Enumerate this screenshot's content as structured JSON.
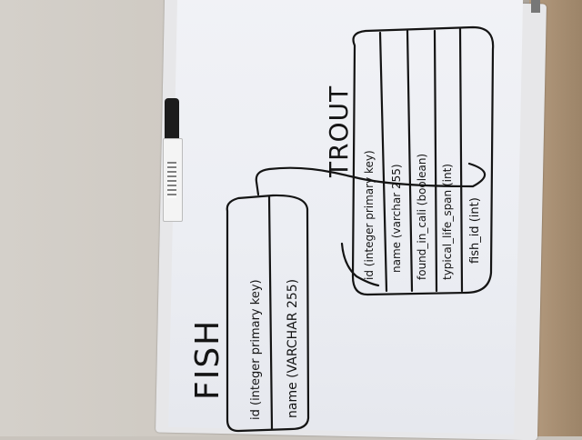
{
  "diagram": {
    "ink_color": "#141414",
    "tables": [
      {
        "title": "FISH",
        "fields": [
          "id (integer primary key)",
          "name (VARCHAR 255)"
        ]
      },
      {
        "title": "TROUT",
        "fields": [
          "id (integer primary key)",
          "name (varchar 255)",
          "found_in_cali (boolean)",
          "typical_life_span (int)",
          "fish_id (int)"
        ]
      }
    ],
    "relationship": {
      "from": "TROUT.fish_id",
      "to": "FISH"
    }
  }
}
